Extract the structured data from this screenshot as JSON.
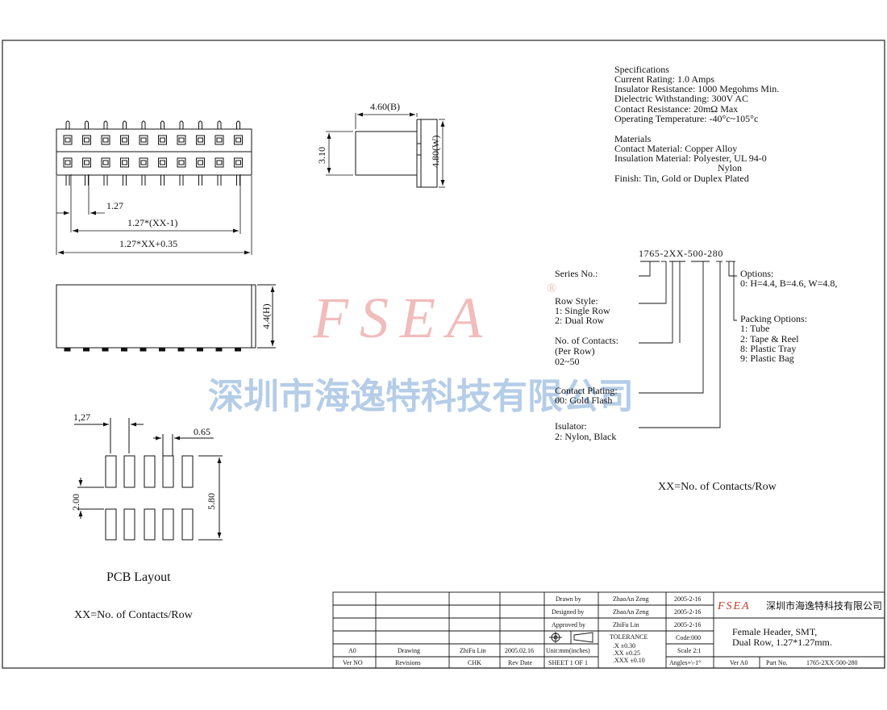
{
  "specifications": {
    "heading": "Specifications",
    "lines": [
      "Current Rating: 1.0 Amps",
      "Insulator Resistance: 1000 Megohms Min.",
      "Dielectric Withstanding: 300V AC",
      "Contact Resistance: 20mΩ Max",
      "Operating Temperature: -40°c~105°c"
    ]
  },
  "materials": {
    "heading": "Materials",
    "lines": [
      "Contact Material: Copper Alloy",
      "Insulation Material: Polyester, UL 94-0",
      "Nylon",
      "Finish: Tin, Gold or Duplex Plated"
    ]
  },
  "dimensions": {
    "pitch": "1.27",
    "span": "1.27*(XX-1)",
    "overall": "1.27*XX+0.35",
    "width_b": "4.60(B)",
    "height_small": "3.10",
    "width_w": "4.80(W)",
    "height_h": "4.4(H)",
    "pcb_pitch": "1,27",
    "pad_width": "0.65",
    "pad_gap": "2.00",
    "pad_total": "5.80"
  },
  "part_number": {
    "code": "1765-2XX-500-280",
    "labels": [
      {
        "title": "Series No.:",
        "lines": []
      },
      {
        "title": "Row Style:",
        "lines": [
          "1: Single Row",
          "2: Dual Row"
        ]
      },
      {
        "title": "No. of Contacts:",
        "lines": [
          "(Per Row)",
          "02~50"
        ]
      },
      {
        "title": "Contact Plating:",
        "lines": [
          "00: Gold Flash"
        ]
      },
      {
        "title": "Isulator:",
        "lines": [
          "2: Nylon, Black"
        ]
      }
    ],
    "options": {
      "title": "Options:",
      "lines": [
        "0: H=4.4, B=4.6, W=4.8,"
      ]
    },
    "packing": {
      "title": "Packing Options:",
      "lines": [
        "1: Tube",
        "2: Tape & Reel",
        "8: Plastic Tray",
        "9: Plastic Bag"
      ]
    }
  },
  "notes": {
    "xx_right": "XX=No. of Contacts/Row",
    "xx_left": "XX=No. of Contacts/Row",
    "pcb_layout": "PCB Layout"
  },
  "watermark": {
    "brand": "FSEA",
    "registered": "®",
    "company": "深圳市海逸特科技有限公司"
  },
  "title_block": {
    "drawn_label": "Drawn  by",
    "drawn_name": "ZhaoAn Zeng",
    "drawn_date": "2005-2-16",
    "designed_label": "Designed  by",
    "designed_name": "ZhaoAn Zeng",
    "designed_date": "2005-2-16",
    "approved_label": "Approved  by",
    "approved_name": "ZhiFu Lin",
    "approved_date": "2005-2-16",
    "tolerance_label": "TOLERANCE",
    "tol_1": ".X     ±0.30",
    "tol_2": ".XX    ±0.25",
    "tol_3": ".XXX   ±0.10",
    "code": "Code:000",
    "scale": "Scale 2:1",
    "angles": "Angles+\\-1°",
    "units": "Unit:mm(inches)",
    "sheet": "SHEET 1 OF 1",
    "rev_ver": "A0",
    "rev_desc": "Drawing",
    "rev_chk": "ZhiFu Lin",
    "rev_date": "2005.02.16",
    "h_ver": "Ver NO",
    "h_rev": "Revisions",
    "h_chk": "CHK",
    "h_date": "Rev Date",
    "logo_text": "FSEA",
    "company": "深圳市海逸特科技有限公司",
    "product_line1": "Female Header, SMT,",
    "product_line2": "Dual Row, 1.27*1.27mm.",
    "ver": "Ver A0",
    "part_label": "Part No.",
    "part_no": "1765-2XX-500-280"
  }
}
